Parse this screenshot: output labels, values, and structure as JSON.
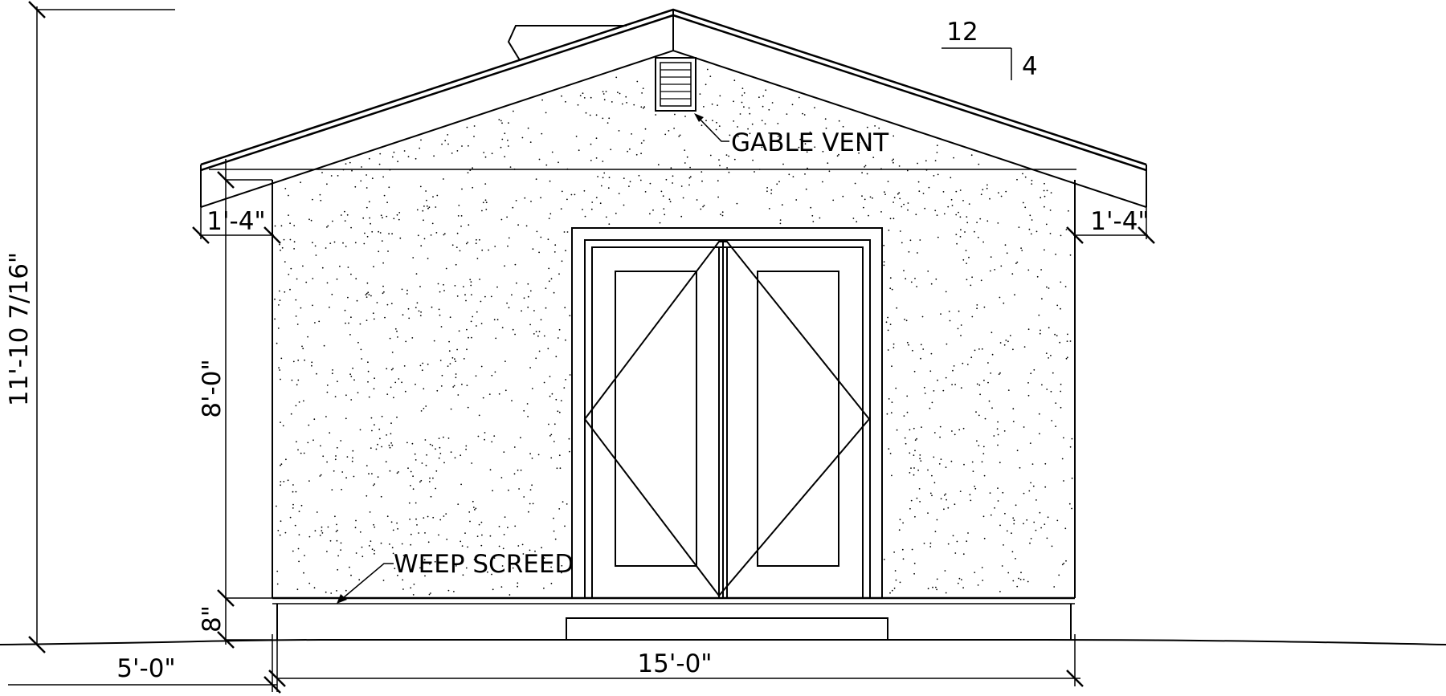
{
  "drawing": {
    "pitch": {
      "run": "12",
      "rise": "4"
    },
    "labels": {
      "gable_vent": "GABLE VENT",
      "weep_screed": "WEEP SCREED"
    },
    "dimensions": {
      "overall_height": "11'-10 7/16\"",
      "wall_height": "8'-0\"",
      "foundation_height": "8\"",
      "left_overhang": "1'-4\"",
      "right_overhang": "1'-4\"",
      "setback": "5'-0\"",
      "building_width": "15'-0\""
    }
  }
}
